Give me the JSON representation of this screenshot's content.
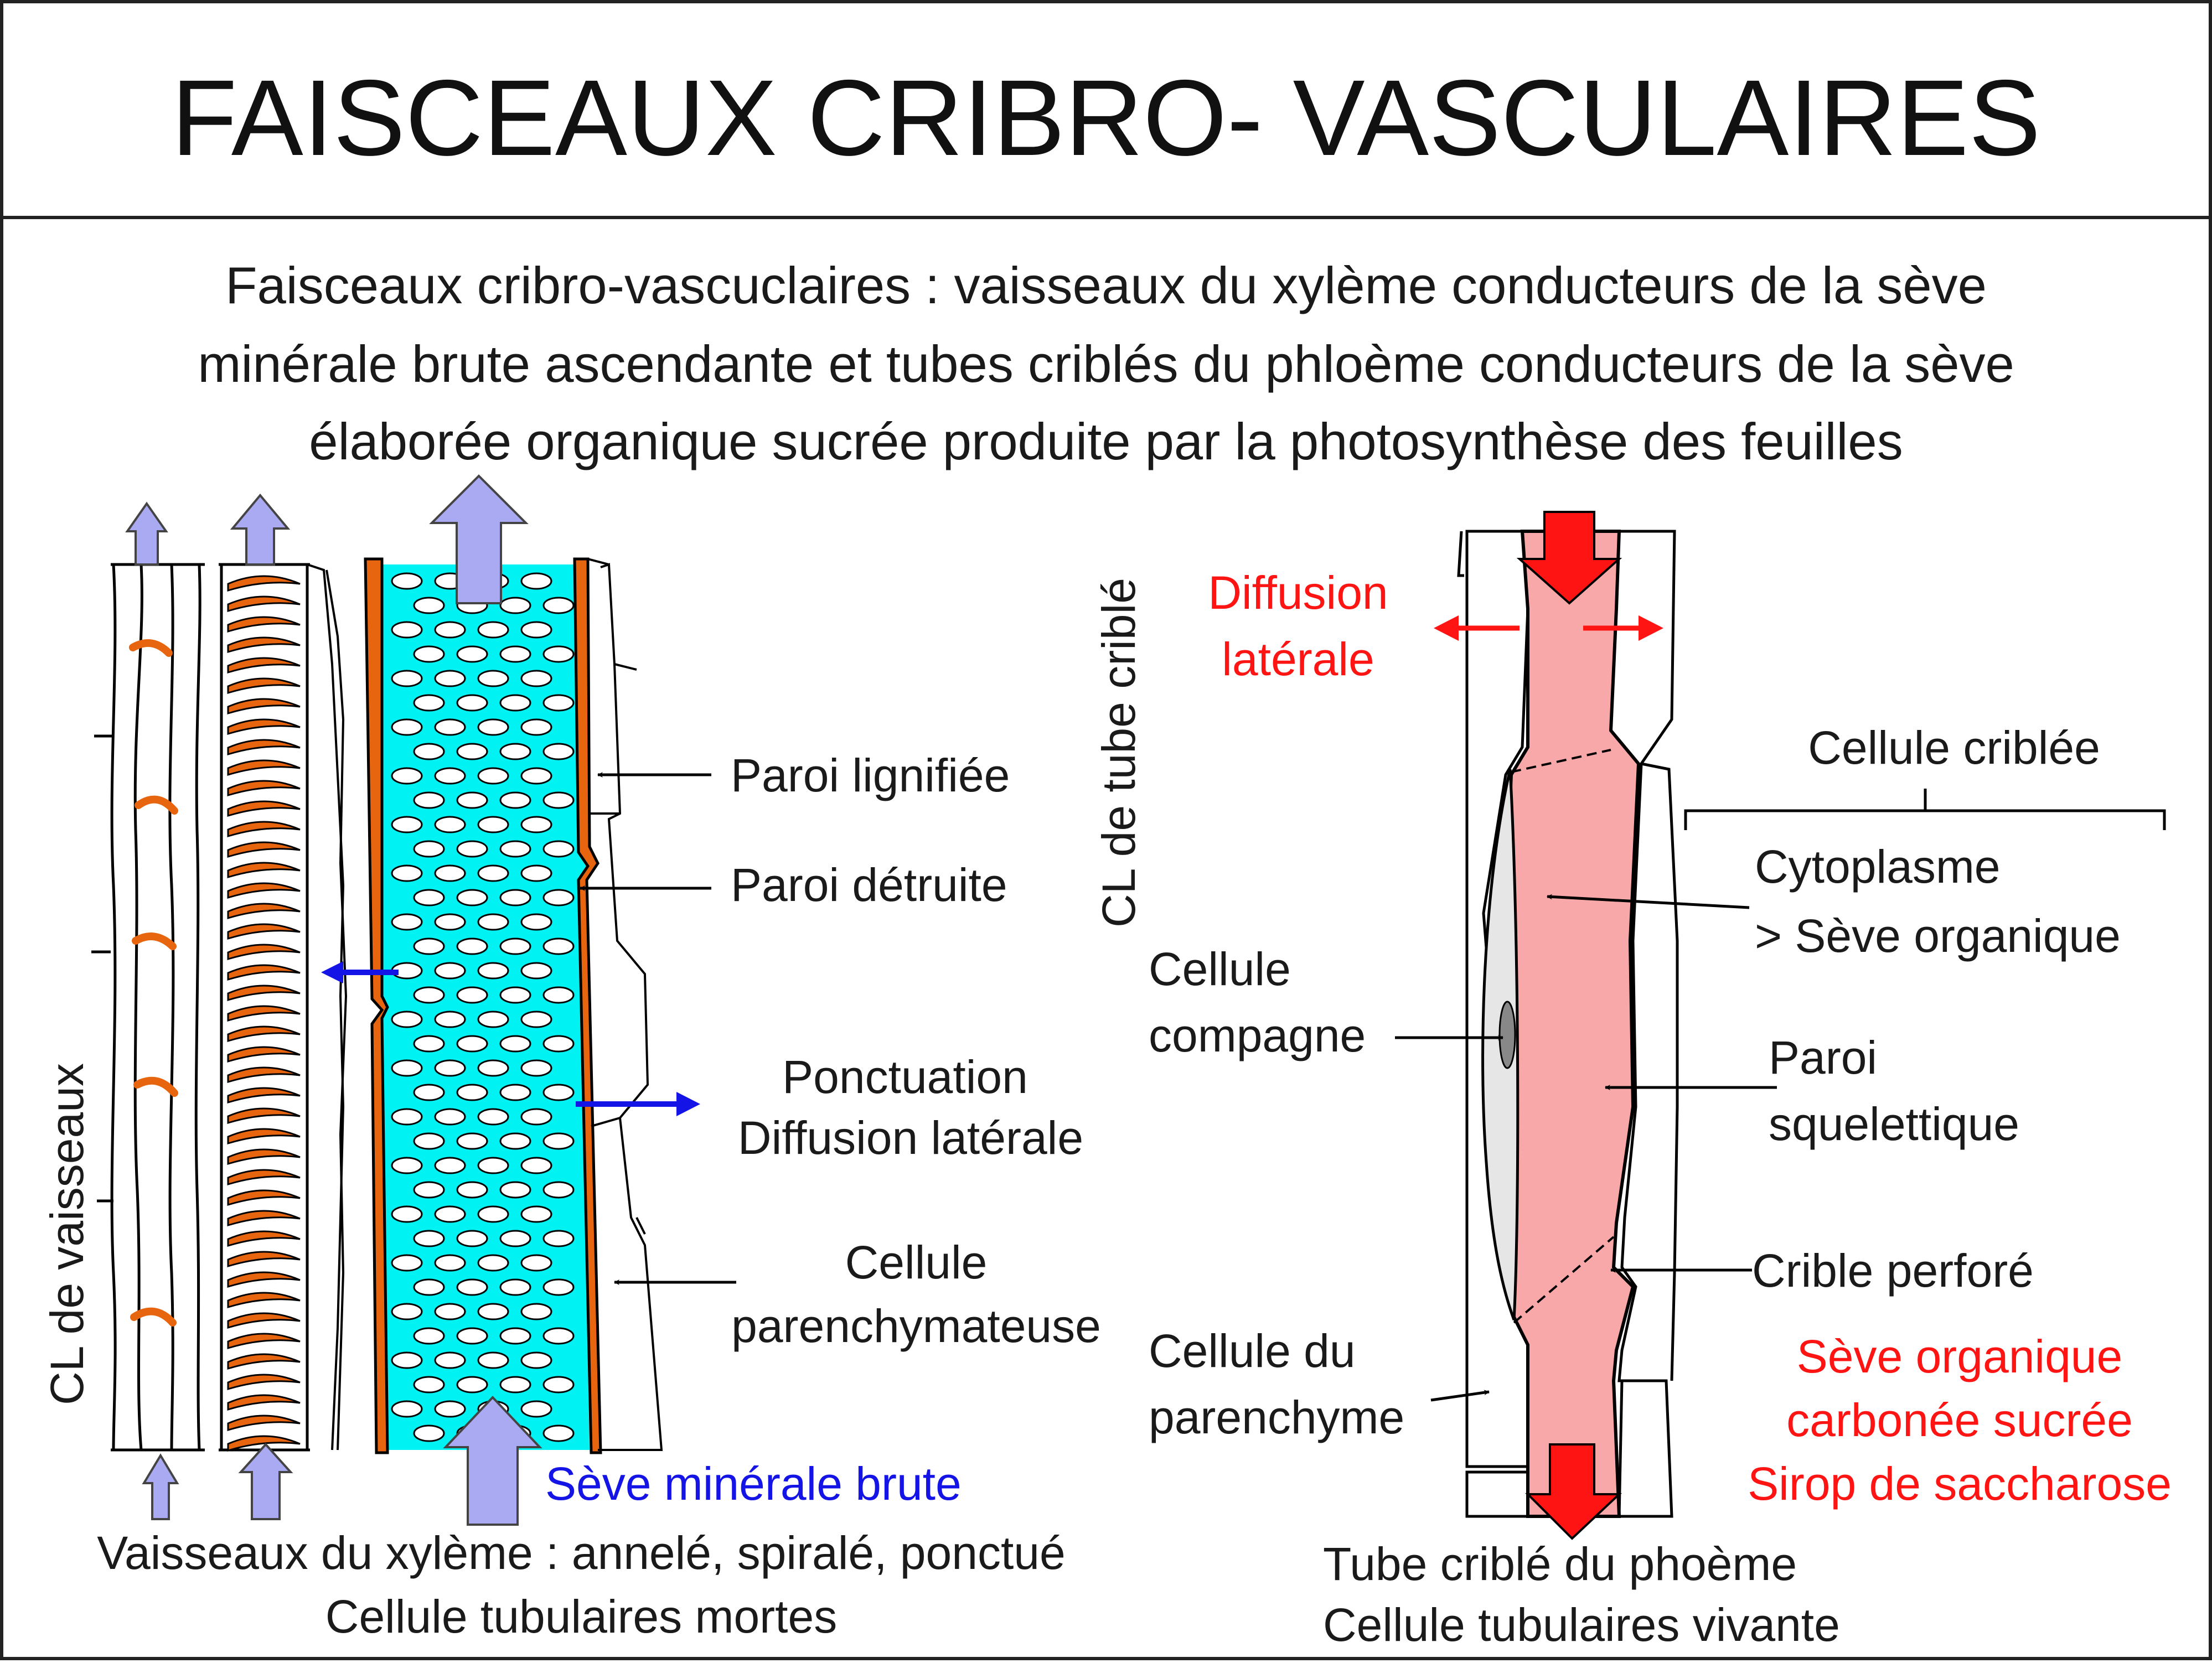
{
  "title": "FAISCEAUX CRIBRO- VASCULAIRES",
  "intro": [
    "Faisceaux cribro-vascuclaires : vaisseaux du xylème conducteurs de la sève",
    "minérale brute ascendante et tubes criblés du phloème conducteurs de la sève",
    "élaborée organique sucrée produite par la photosynthèse des feuilles"
  ],
  "xylem": {
    "side_label": "CL de vaisseaux",
    "paroi_lignifiee": "Paroi lignifiée",
    "paroi_detruite": "Paroi détruite",
    "ponctuation": [
      "Ponctuation",
      "Diffusion latérale"
    ],
    "cellule_parenchymateuse": [
      "Cellule",
      "parenchymateuse"
    ],
    "seve_minerale": "Sève minérale brute",
    "caption": [
      "Vaisseaux du xylème : annelé, spiralé, ponctué",
      "Cellule tubulaires mortes"
    ]
  },
  "phloem": {
    "side_label": "CL de tube criblé",
    "diffusion": [
      "Diffusion",
      "latérale"
    ],
    "cellule_criblee": "Cellule criblée",
    "cytoplasme": [
      "Cytoplasme",
      "> Sève organique"
    ],
    "cellule_compagne": [
      "Cellule",
      "compagne"
    ],
    "paroi_squelettique": [
      "Paroi",
      "squelettique"
    ],
    "crible_perfore": "Crible perforé",
    "cellule_parenchyme": [
      "Cellule du",
      "parenchyme"
    ],
    "seve_organique": [
      "Sève organique",
      "carbonée sucrée",
      "Sirop de saccharose"
    ],
    "caption": [
      "Tube criblé du phoème",
      "Cellule tubulaires vivante"
    ]
  },
  "colors": {
    "sap_cyan": "#00f2f2",
    "wall_orange": "#e8650f",
    "arrow_lavender": "#aaaaf2",
    "phloem_pink": "#f8a8a8",
    "red": "#ff1414",
    "blue": "#1414e6"
  }
}
